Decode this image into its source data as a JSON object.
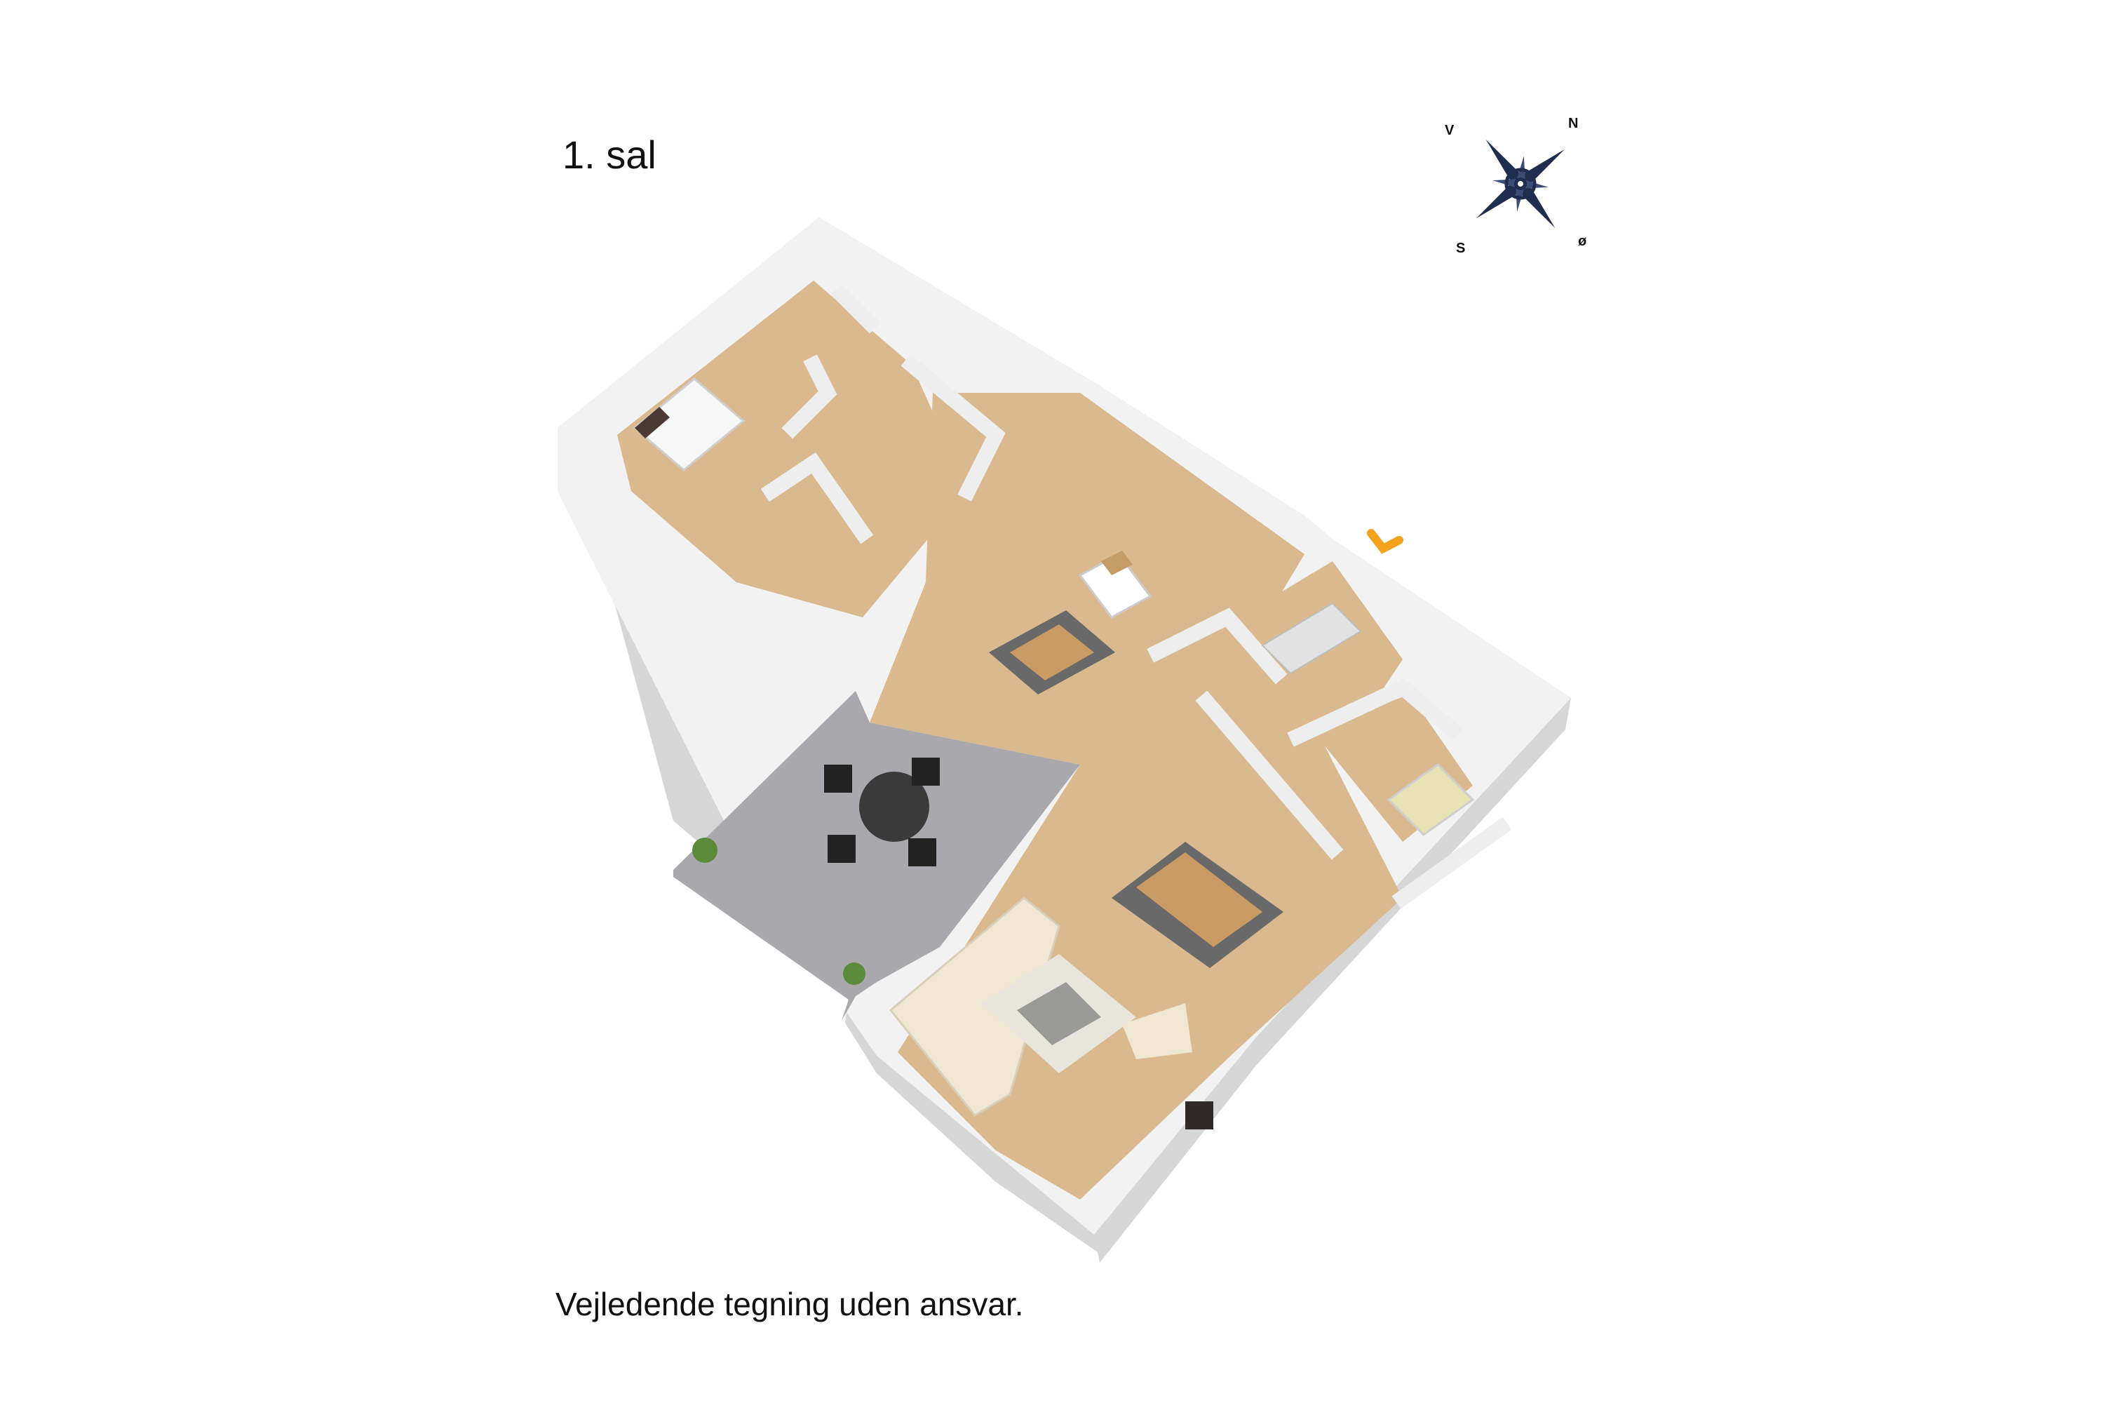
{
  "floor_title": "1. sal",
  "disclaimer": "Vejledende tegning uden ansvar.",
  "compass": {
    "n": "N",
    "s": "S",
    "v": "V",
    "o": "ø",
    "color": "#1f2d4f"
  },
  "entrance_marker_color": "#f2a31b",
  "colors": {
    "wall_face": "#efefef",
    "wall_top": "#fbfbfb",
    "wall_side": "#d8d8d8",
    "floor_wood": "#d9b98d",
    "terrace": "#a8a8ad"
  }
}
